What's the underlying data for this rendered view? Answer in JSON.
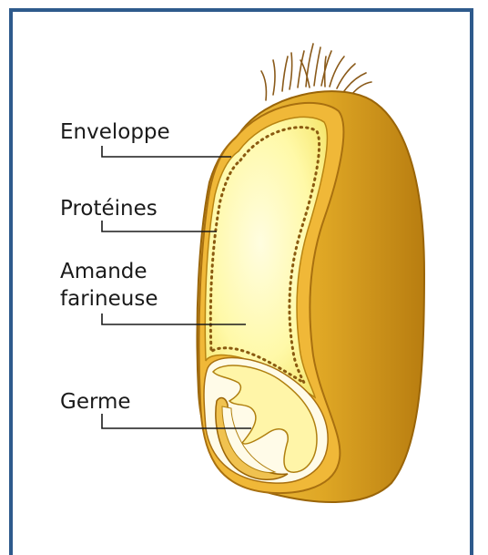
{
  "diagram": {
    "labels": {
      "enveloppe": "Enveloppe",
      "proteines": "Protéines",
      "amande_line1": "Amande",
      "amande_line2": "farineuse",
      "germe": "Germe"
    },
    "colors": {
      "frame": "#2e5a8c",
      "hull_outer": "#d9a21e",
      "hull_dark": "#a6700a",
      "endosperm": "#fffaa0",
      "germ": "#fff6b0",
      "leader_line": "#1a1a1a"
    }
  }
}
